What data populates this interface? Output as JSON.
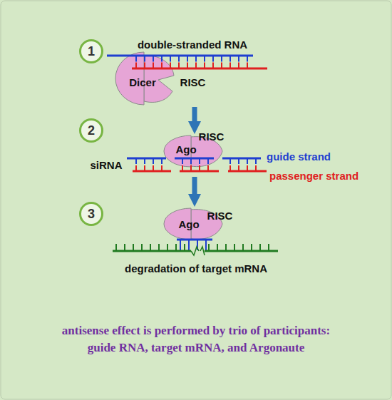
{
  "diagram": {
    "caption": "antisense effect is performed by trio of participants: guide RNA, target mRNA, and Argonaute",
    "nodes": [
      {
        "text": [
          "1"
        ]
      },
      {
        "text": [
          "Dicer",
          "RISC"
        ]
      },
      {
        "text": [
          "2"
        ]
      },
      {
        "text": [
          "Ago",
          "RISC"
        ]
      },
      {
        "text": [
          "3"
        ]
      },
      {
        "text": [
          "Ago",
          "RISC"
        ]
      }
    ],
    "edges": [
      {
        "from": 1,
        "to": 3,
        "arrow": "to"
      },
      {
        "from": 3,
        "to": 5,
        "arrow": "to"
      }
    ],
    "labels": [
      "double-stranded RNA",
      "siRNA",
      "guide strand",
      "passenger strand",
      "degradation of target mRNA"
    ]
  }
}
